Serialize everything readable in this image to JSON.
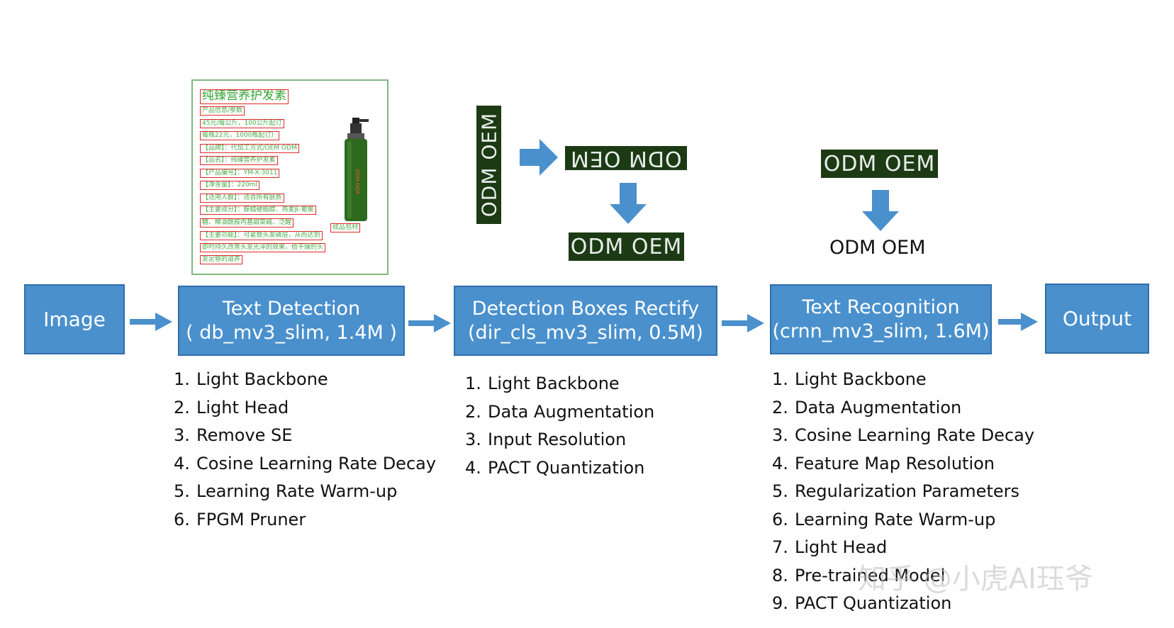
{
  "pipeline": {
    "image_label": "Image",
    "detection": {
      "line1": "Text Detection",
      "line2": "( db_mv3_slim, 1.4M )"
    },
    "rectify": {
      "line1": "Detection Boxes Rectify",
      "line2": "(dir_cls_mv3_slim, 0.5M)"
    },
    "recognition": {
      "line1": "Text Recognition",
      "line2": "(crnn_mv3_slim, 1.6M)"
    },
    "output_label": "Output"
  },
  "detection_steps": [
    "Light Backbone",
    "Light Head",
    "Remove SE",
    "Cosine Learning Rate Decay",
    "Learning Rate Warm-up",
    "FPGM Pruner"
  ],
  "rectify_steps": [
    "Light Backbone",
    "Data Augmentation",
    "Input Resolution",
    "PACT Quantization"
  ],
  "recognition_steps": [
    "Light Backbone",
    "Data Augmentation",
    "Cosine Learning Rate Decay",
    "Feature Map Resolution",
    "Regularization Parameters",
    "Learning Rate Warm-up",
    "Light Head",
    "Pre-trained Model",
    "PACT Quantization"
  ],
  "crops": {
    "vertical": "ODM OEM",
    "flipped": "ODM OEM",
    "rectified": "ODM OEM",
    "recognition_input": "ODM OEM",
    "recognition_output": "ODM OEM"
  },
  "sample_image": {
    "title": "纯臻营养护发素",
    "lines": [
      "产品信息/参数",
      "45元/每公斤，100公斤起订",
      "每瓶22元，1000瓶起订）",
      "【品牌】：代加工方式/OEM ODM",
      "【品名】：纯臻营养护发素",
      "【产品编号】：YM-X-3011",
      "【净含量】：220ml",
      "【适用人群】：适合所有肤质",
      "【主要成分】：鲸蜡硬脂醇、燕麦β-葡聚",
      "糖、椰油酰胺丙基甜菜碱、泛醒",
      "【主要功能】：可紧致头发磷层，从而达到",
      "即时持久改善头发光泽的效果，给干燥的头",
      "发足够的滋养"
    ],
    "side_label": "成品包材",
    "bottle_label": "ODM OEM"
  },
  "watermark": "知乎 @小虎AI珏爷",
  "colors": {
    "box_fill": "#4a90cd",
    "arrow": "#4a90cd",
    "crop_bg": "#1c3a14"
  }
}
